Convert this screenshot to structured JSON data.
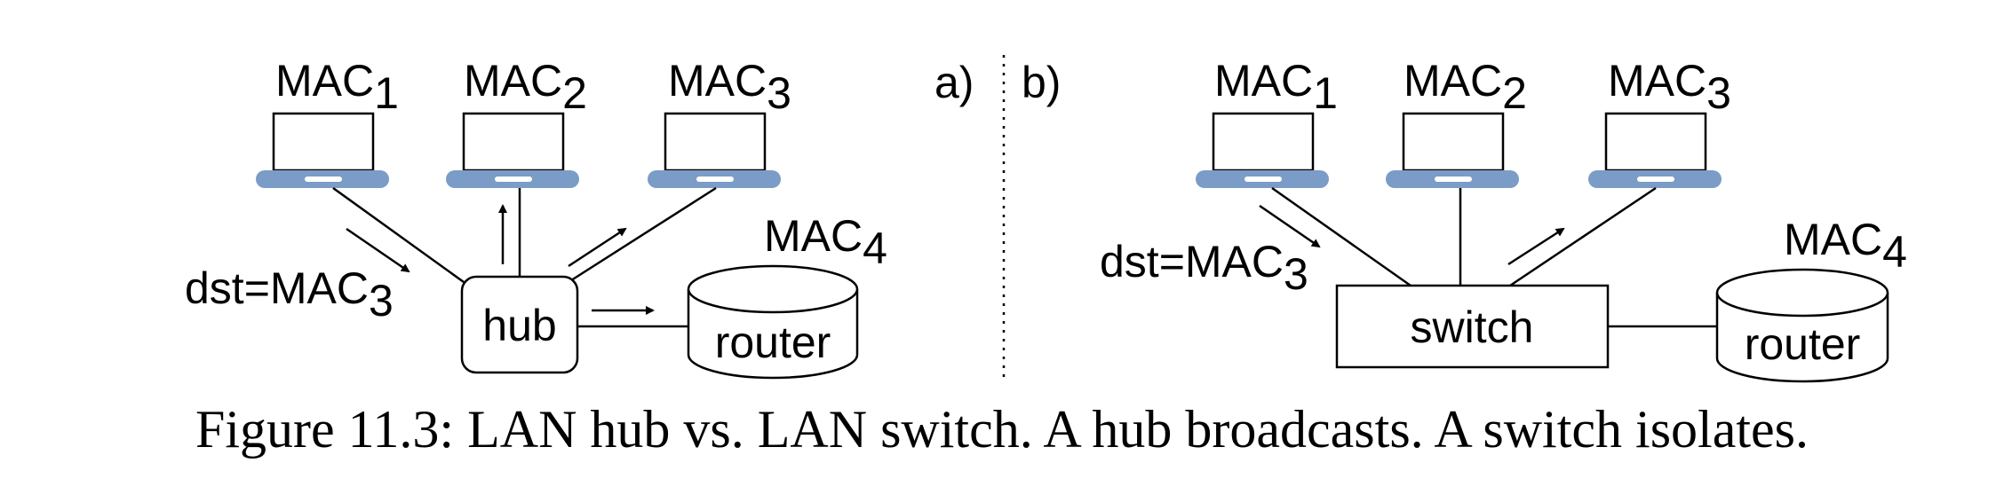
{
  "panel_a": {
    "label": "a)",
    "hosts": [
      {
        "base": "MAC",
        "sub": "1"
      },
      {
        "base": "MAC",
        "sub": "2"
      },
      {
        "base": "MAC",
        "sub": "3"
      }
    ],
    "router_mac": {
      "base": "MAC",
      "sub": "4"
    },
    "device": "hub",
    "router": "router",
    "dst": {
      "base": "dst=MAC",
      "sub": "3"
    }
  },
  "panel_b": {
    "label": "b)",
    "hosts": [
      {
        "base": "MAC",
        "sub": "1"
      },
      {
        "base": "MAC",
        "sub": "2"
      },
      {
        "base": "MAC",
        "sub": "3"
      }
    ],
    "router_mac": {
      "base": "MAC",
      "sub": "4"
    },
    "device": "switch",
    "router": "router",
    "dst": {
      "base": "dst=MAC",
      "sub": "3"
    }
  },
  "caption": "Figure 11.3:  LAN hub vs. LAN switch. A hub broadcasts. A switch isolates.",
  "colors": {
    "laptop_base": "#7a9cc6",
    "laptop_slot": "#ffffff",
    "ink": "#000000"
  }
}
